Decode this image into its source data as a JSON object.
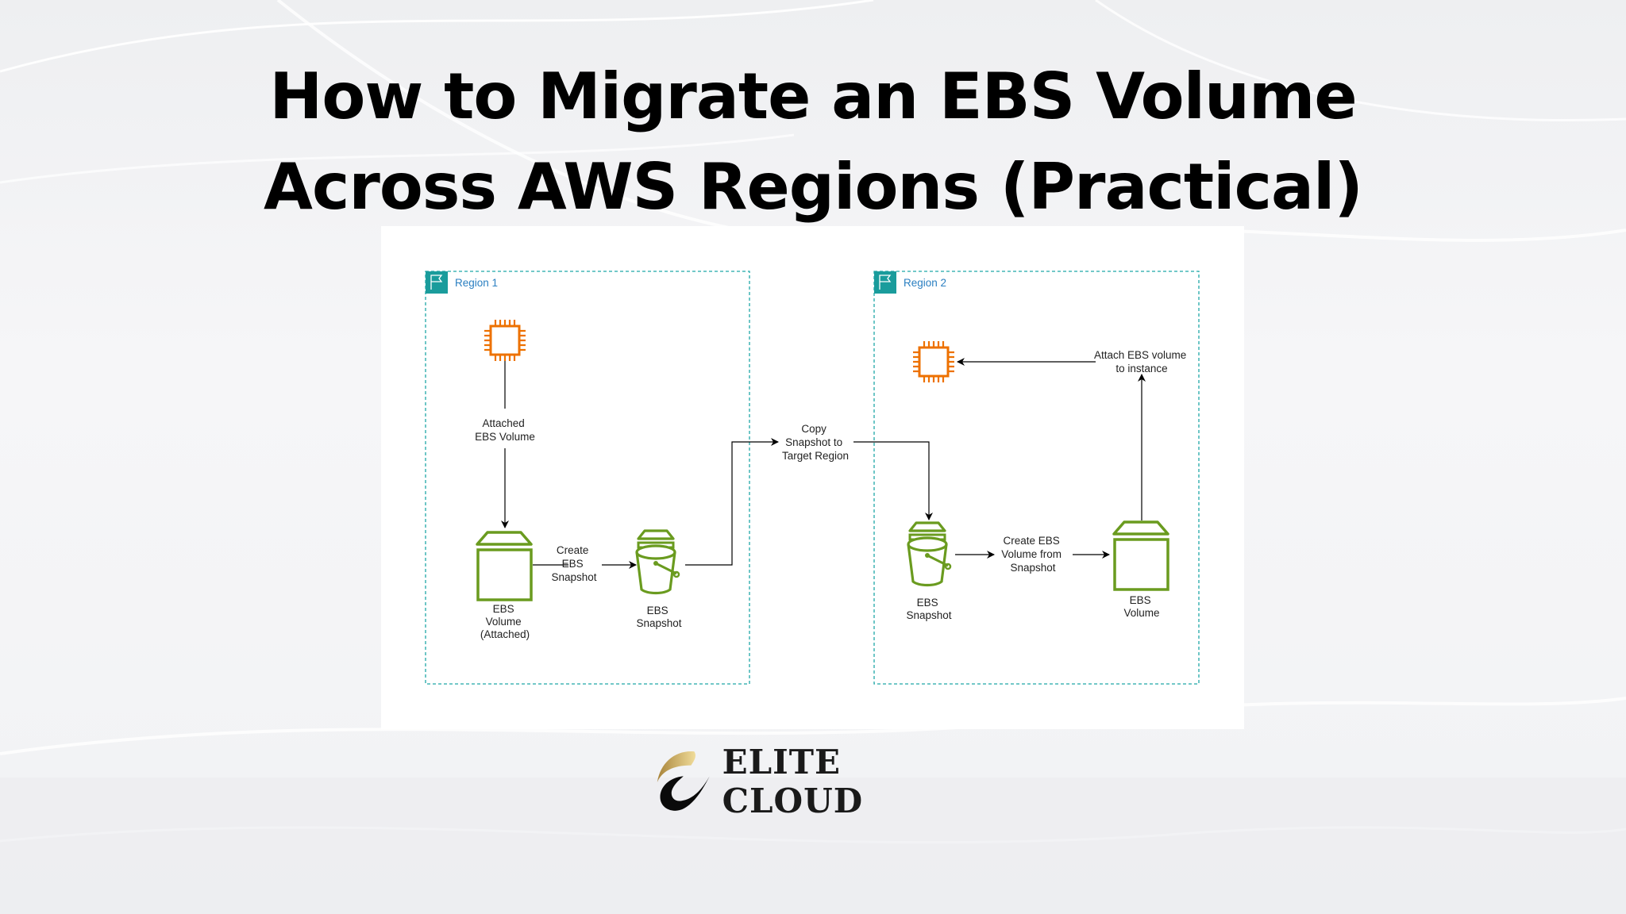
{
  "title": {
    "line1": "How to Migrate an EBS Volume",
    "line2": "Across AWS Regions (Practical)"
  },
  "diagram": {
    "regions": [
      {
        "label": "Region 1",
        "icon": "region-flag-icon"
      },
      {
        "label": "Region 2",
        "icon": "region-flag-icon"
      }
    ],
    "nodes": {
      "r1_instance": {
        "icon": "ec2-instance-icon",
        "label": ""
      },
      "r1_volume": {
        "icon": "ebs-volume-icon",
        "label_lines": [
          "EBS",
          "Volume",
          "(Attached)"
        ]
      },
      "r1_snapshot": {
        "icon": "ebs-snapshot-icon",
        "label_lines": [
          "EBS",
          "Snapshot"
        ]
      },
      "r2_snapshot": {
        "icon": "ebs-snapshot-icon",
        "label_lines": [
          "EBS",
          "Snapshot"
        ]
      },
      "r2_volume": {
        "icon": "ebs-volume-icon",
        "label_lines": [
          "EBS",
          "Volume"
        ]
      },
      "r2_instance": {
        "icon": "ec2-instance-icon",
        "label": ""
      }
    },
    "edges": {
      "attached": [
        "Attached",
        "EBS Volume"
      ],
      "create_snapshot": [
        "Create",
        "EBS",
        "Snapshot"
      ],
      "copy_snapshot": [
        "Copy",
        "Snapshot to",
        "Target Region"
      ],
      "create_volume": [
        "Create EBS",
        "Volume from",
        "Snapshot"
      ],
      "attach_volume": [
        "Attach EBS volume",
        "to instance"
      ]
    },
    "colors": {
      "region_border": "#1fa7a7",
      "region_flag_bg": "#1a9c9c",
      "region_label": "#2a7fc1",
      "ec2_orange": "#ed7100",
      "ebs_green": "#6a9b1f",
      "arrow": "#000000"
    }
  },
  "brand": {
    "name": "ELITE CLOUD",
    "icon": "elite-cloud-logo-icon",
    "colors": {
      "gold": "#c9a24b",
      "black": "#0a0a0a"
    }
  }
}
